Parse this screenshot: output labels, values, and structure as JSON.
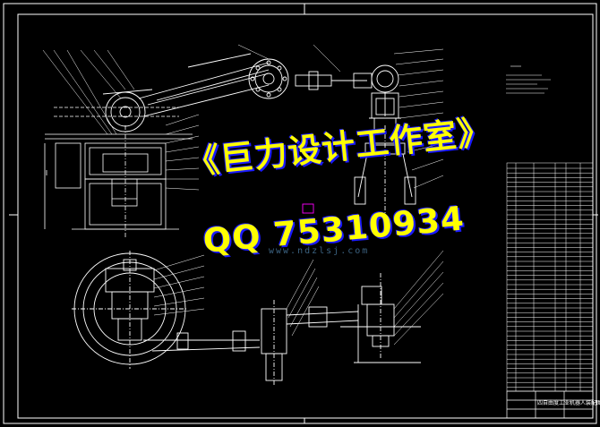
{
  "watermark": {
    "line1": "《巨力设计工作室》",
    "line2": "QQ 75310934",
    "website": "www.ndzlsj.com"
  },
  "title_block": {
    "drawing_title": "四自由度工业机器人装配图"
  },
  "colors": {
    "background": "#000000",
    "linework": "#ffffff",
    "watermark_text": "#ffff00",
    "watermark_shadow": "#1a1aff",
    "accent": "#ff00ff"
  }
}
